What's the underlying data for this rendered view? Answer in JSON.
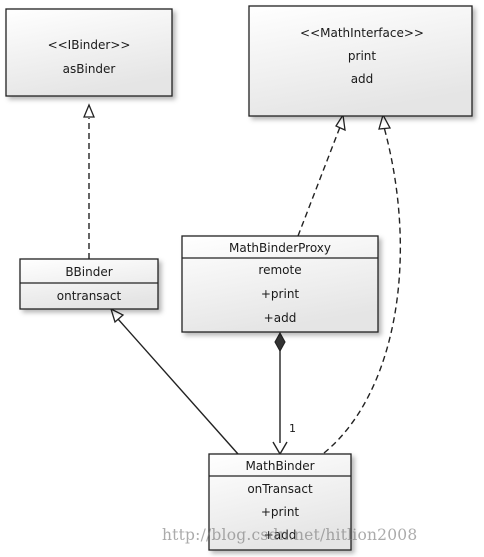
{
  "diagram": {
    "classes": {
      "ibinder": {
        "stereotype": "<<IBinder>>",
        "members": [
          "asBinder"
        ]
      },
      "mathinterface": {
        "stereotype": "<<MathInterface>>",
        "members": [
          "print",
          "add"
        ]
      },
      "bbinder": {
        "name": "BBinder",
        "members": [
          "ontransact"
        ]
      },
      "proxy": {
        "name": "MathBinderProxy",
        "members": [
          "remote",
          "+print",
          "+add"
        ]
      },
      "mathbinder": {
        "name": "MathBinder",
        "members": [
          "onTransact",
          "+print",
          "+add"
        ]
      }
    },
    "relations": {
      "composition_multiplicity": "1"
    }
  },
  "watermark": "http://blog.csdn.net/hitlion2008"
}
